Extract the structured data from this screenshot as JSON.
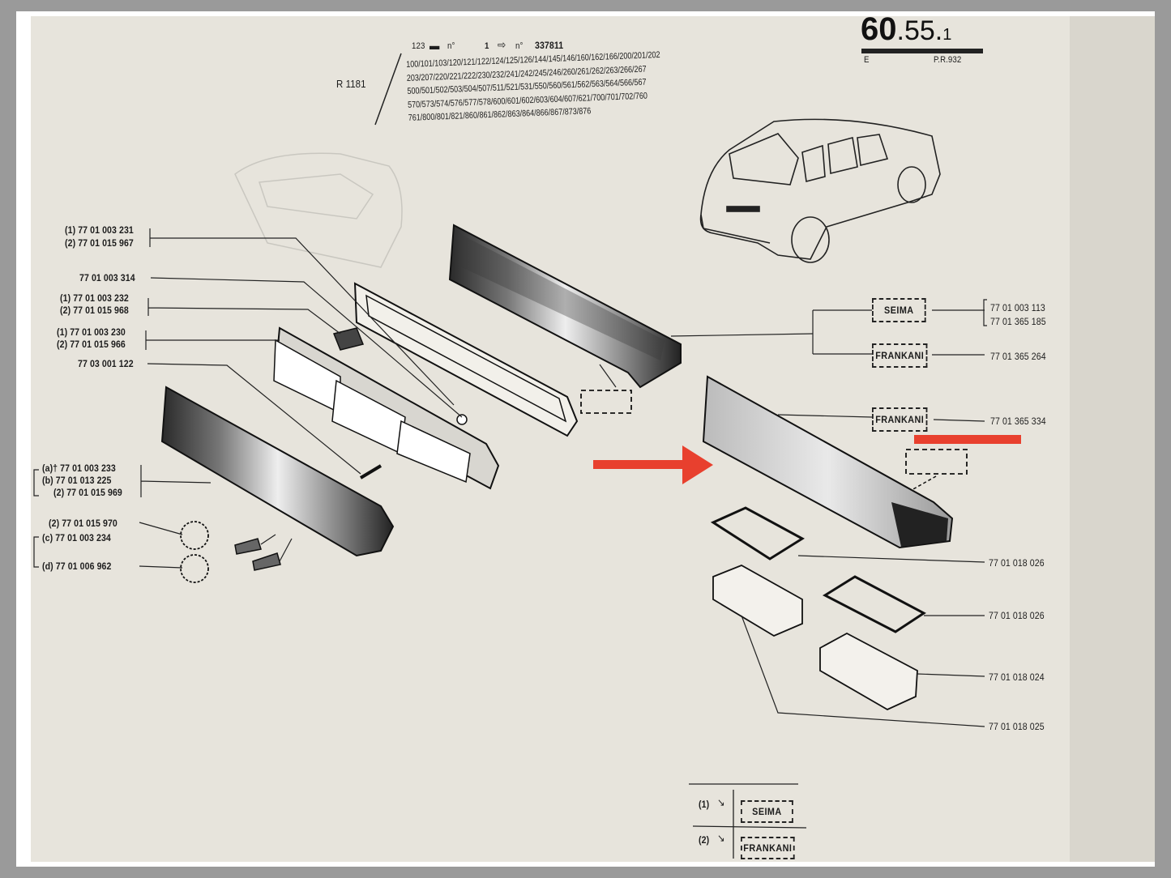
{
  "header": {
    "catalog_ref": "R 1181",
    "model_prefix": "123",
    "serial_sym": "n°",
    "from_number": "1",
    "from_sym": "n°",
    "serial_number": "337811",
    "code_lines": [
      "100/101/103/120/121/122/124/125/126/144/145/146/160/162/166/200/201/202",
      "203/207/220/221/222/230/232/241/242/245/246/260/261/262/263/266/267",
      "500/501/502/503/504/507/511/521/531/550/560/561/562/563/564/566/567",
      "570/573/574/576/577/578/600/601/602/603/604/607/621/700/701/702/760",
      "761/800/801/821/860/861/862/863/864/866/867/873/876"
    ],
    "page_big": "60",
    "page_mid": ".55.",
    "page_small": "1",
    "edition": "E",
    "pr_ref": "P.R.932"
  },
  "left_labels": [
    {
      "pre": "(1)",
      "num": "77 01 003 231"
    },
    {
      "pre": "(2)",
      "num": "77 01 015 967"
    },
    {
      "pre": "",
      "num": "77 01 003 314"
    },
    {
      "pre": "(1)",
      "num": "77 01 003 232"
    },
    {
      "pre": "(2)",
      "num": "77 01 015 968"
    },
    {
      "pre": "(1)",
      "num": "77 01 003 230"
    },
    {
      "pre": "(2)",
      "num": "77 01 015 966"
    },
    {
      "pre": "",
      "num": "77 03 001 122"
    },
    {
      "pre": "(a)†",
      "num": "77 01 003 233"
    },
    {
      "pre": "(b)",
      "num": "77 01 013 225"
    },
    {
      "pre": "(2)",
      "num": "77 01 015 969"
    },
    {
      "pre": "(2)",
      "num": "77 01 015 970"
    },
    {
      "pre": "(c)",
      "num": "77 01 003 234"
    },
    {
      "pre": "(d)",
      "num": "77 01 006 962"
    }
  ],
  "right_labels": {
    "seima_box": "SEIMA",
    "frankani_box": "FRANKANI",
    "num_1": "77 01 003 113",
    "num_2": "77 01 365 185",
    "num_3": "77 01 365 264",
    "num_4": "77 01 365 334",
    "num_5": "77 01 018 026",
    "num_6": "77 01 018 026",
    "num_7": "77 01 018 024",
    "num_8": "77 01 018 025"
  },
  "legend": {
    "row1_num": "(1)",
    "row1_box": "SEIMA",
    "row2_num": "(2)",
    "row2_box": "FRANKANI"
  },
  "colors": {
    "annotation_red": "#e8402e",
    "paper": "#e7e4dc",
    "ink": "#1d1d1d"
  },
  "annotations": {
    "arrow": "red-arrow-right",
    "underline": "red-underline"
  }
}
